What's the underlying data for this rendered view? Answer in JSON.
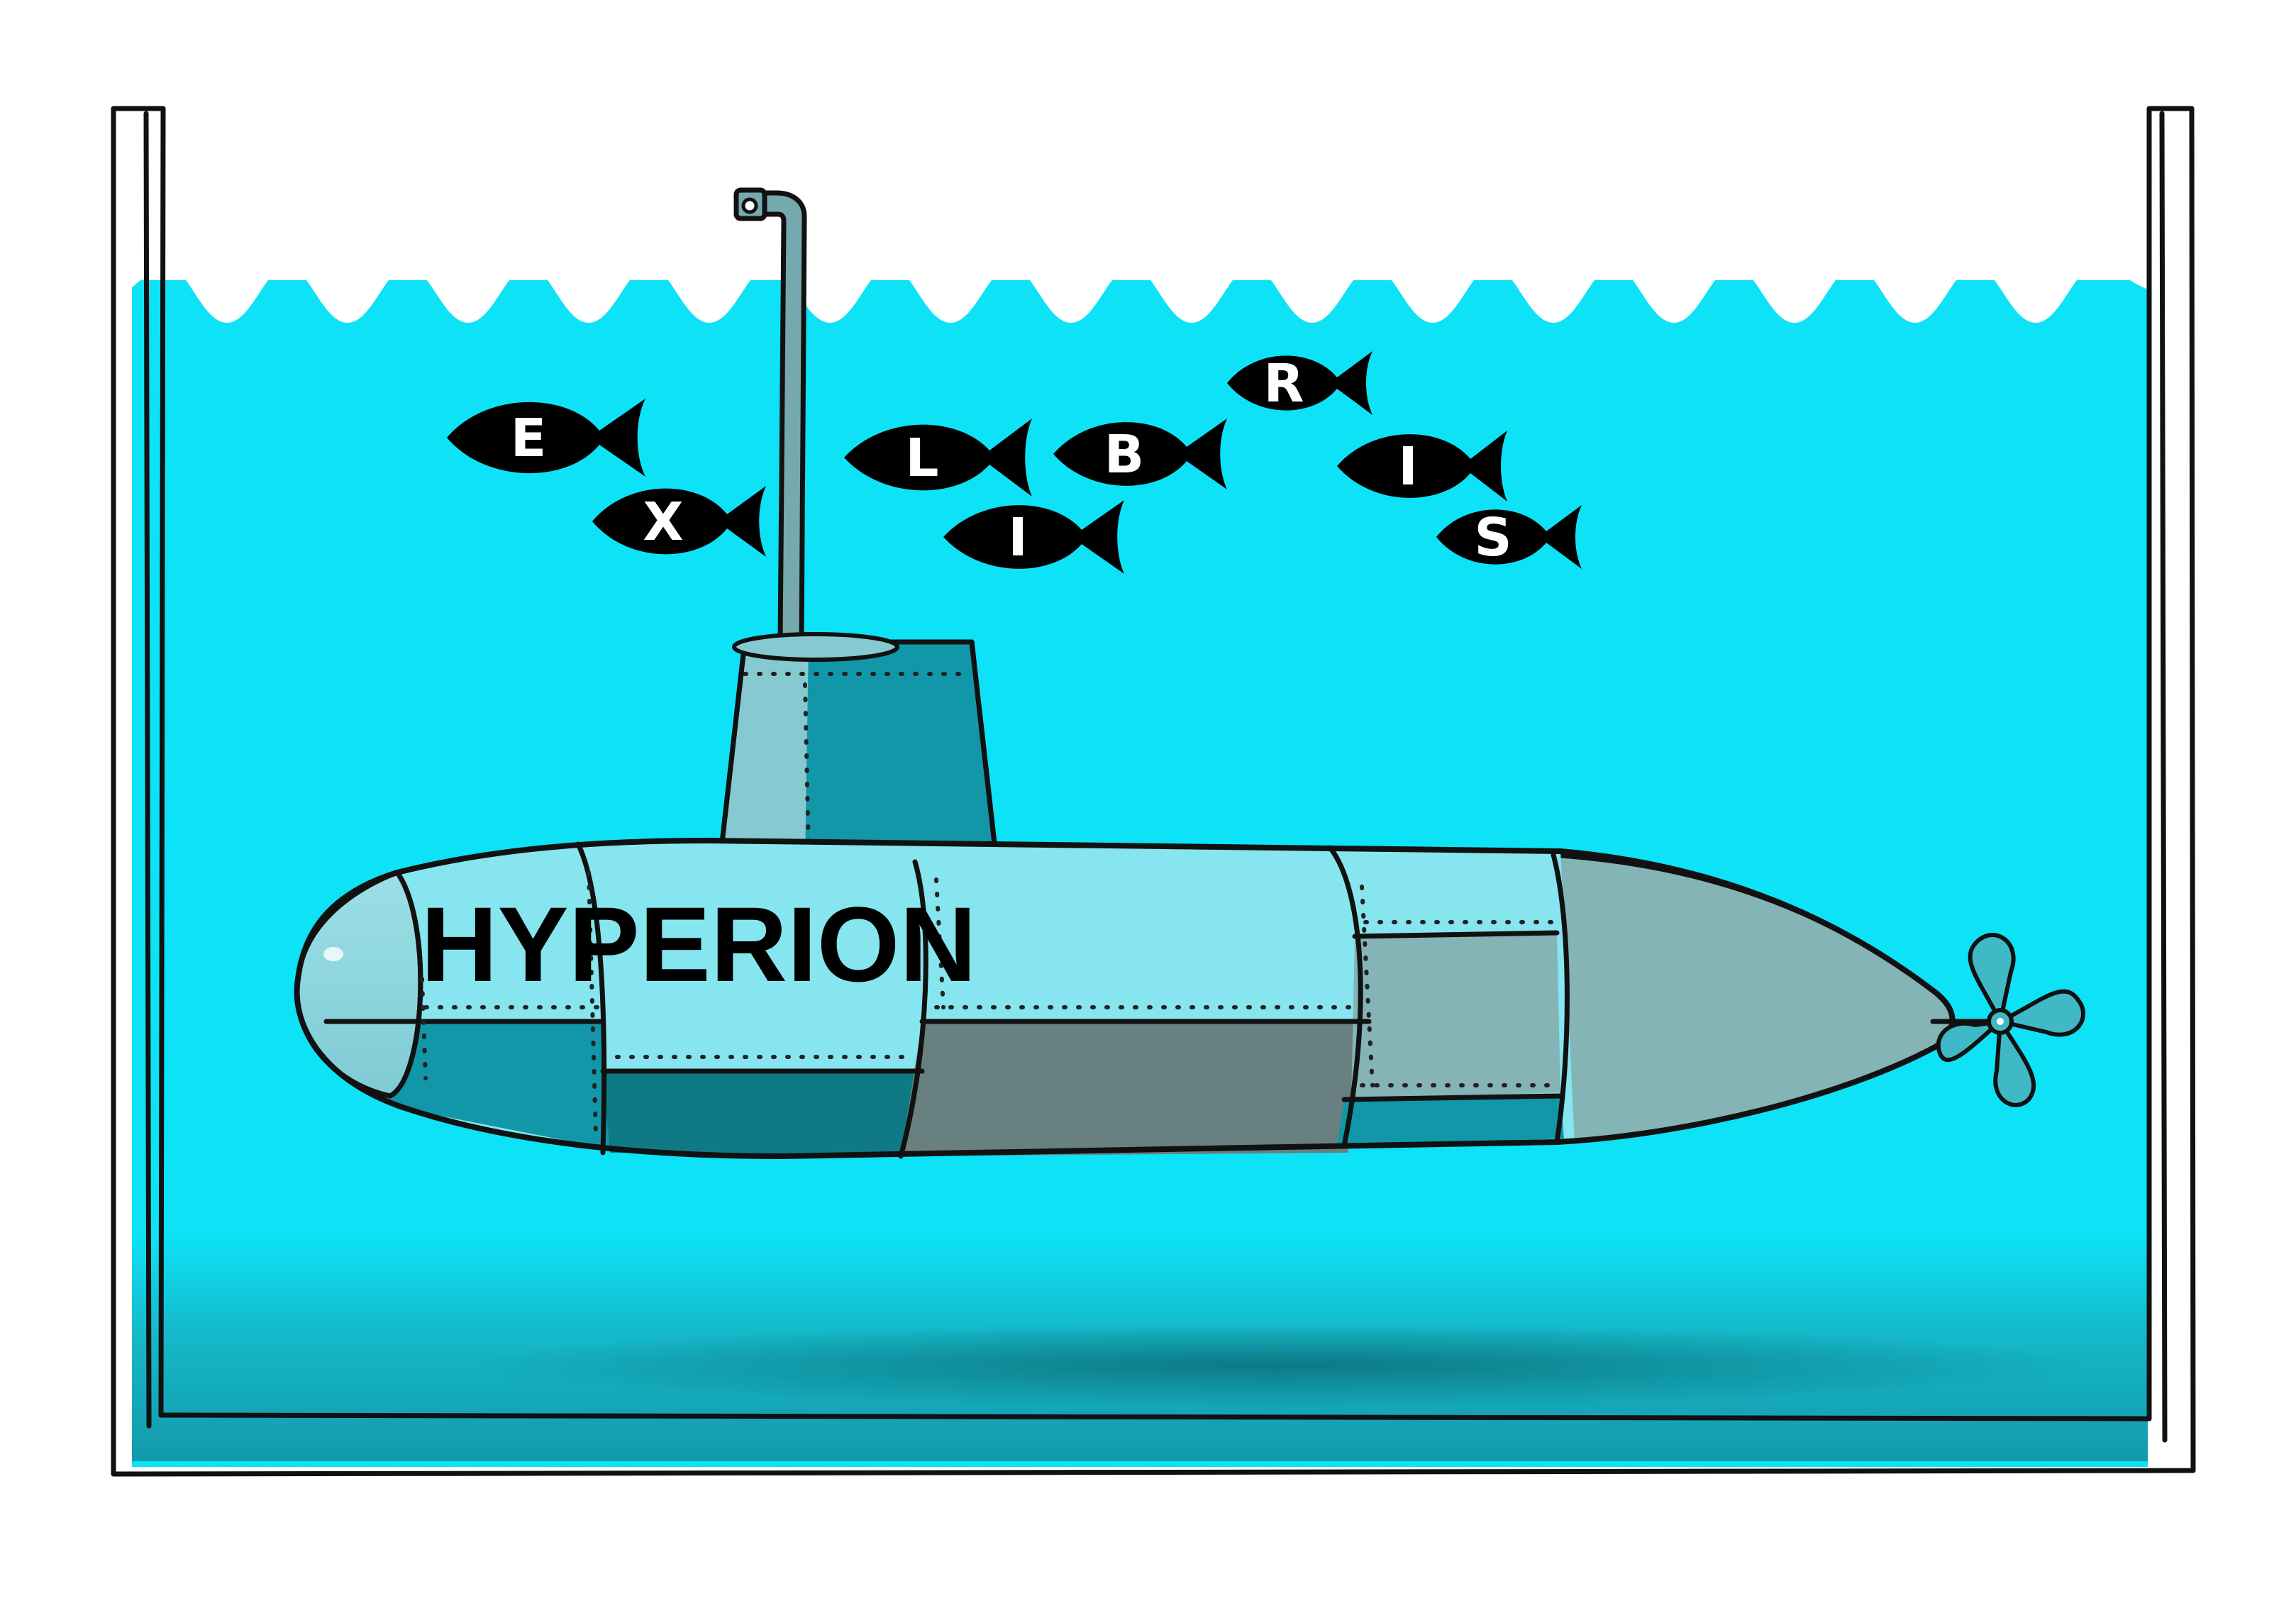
{
  "scene": {
    "hull_name": "HYPERION",
    "fish_letters": [
      "E",
      "X",
      "L",
      "I",
      "B",
      "R",
      "I",
      "S"
    ]
  },
  "colors": {
    "water": "#0ee2f7",
    "water_deep": "#12a8b8",
    "foam": "#ffffff",
    "hull_light": "#86e5ef",
    "hull_mid": "#1197a8",
    "hull_dark": "#0f7a86",
    "hull_grey": "#68807f",
    "tail_grey": "#84b4b6",
    "propeller": "#3fb9c5",
    "fish": "#000000",
    "outline": "#111111"
  },
  "icons": {
    "fish": "fish-icon",
    "propeller": "propeller-icon",
    "periscope": "periscope-icon"
  }
}
